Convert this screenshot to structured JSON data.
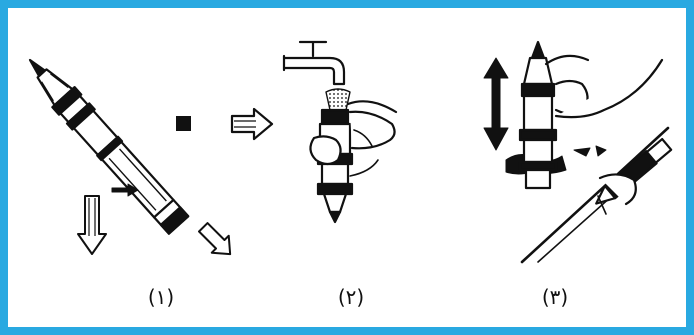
{
  "border_color": "#29a9e1",
  "ink_color": "#111111",
  "panels": [
    {
      "caption": "(۱)",
      "icon": "pen-pump-purge-icon"
    },
    {
      "caption": "(۲)",
      "icon": "pen-rinse-under-tap-icon"
    },
    {
      "caption": "(۳)",
      "icon": "pen-dry-on-paper-icon"
    }
  ]
}
